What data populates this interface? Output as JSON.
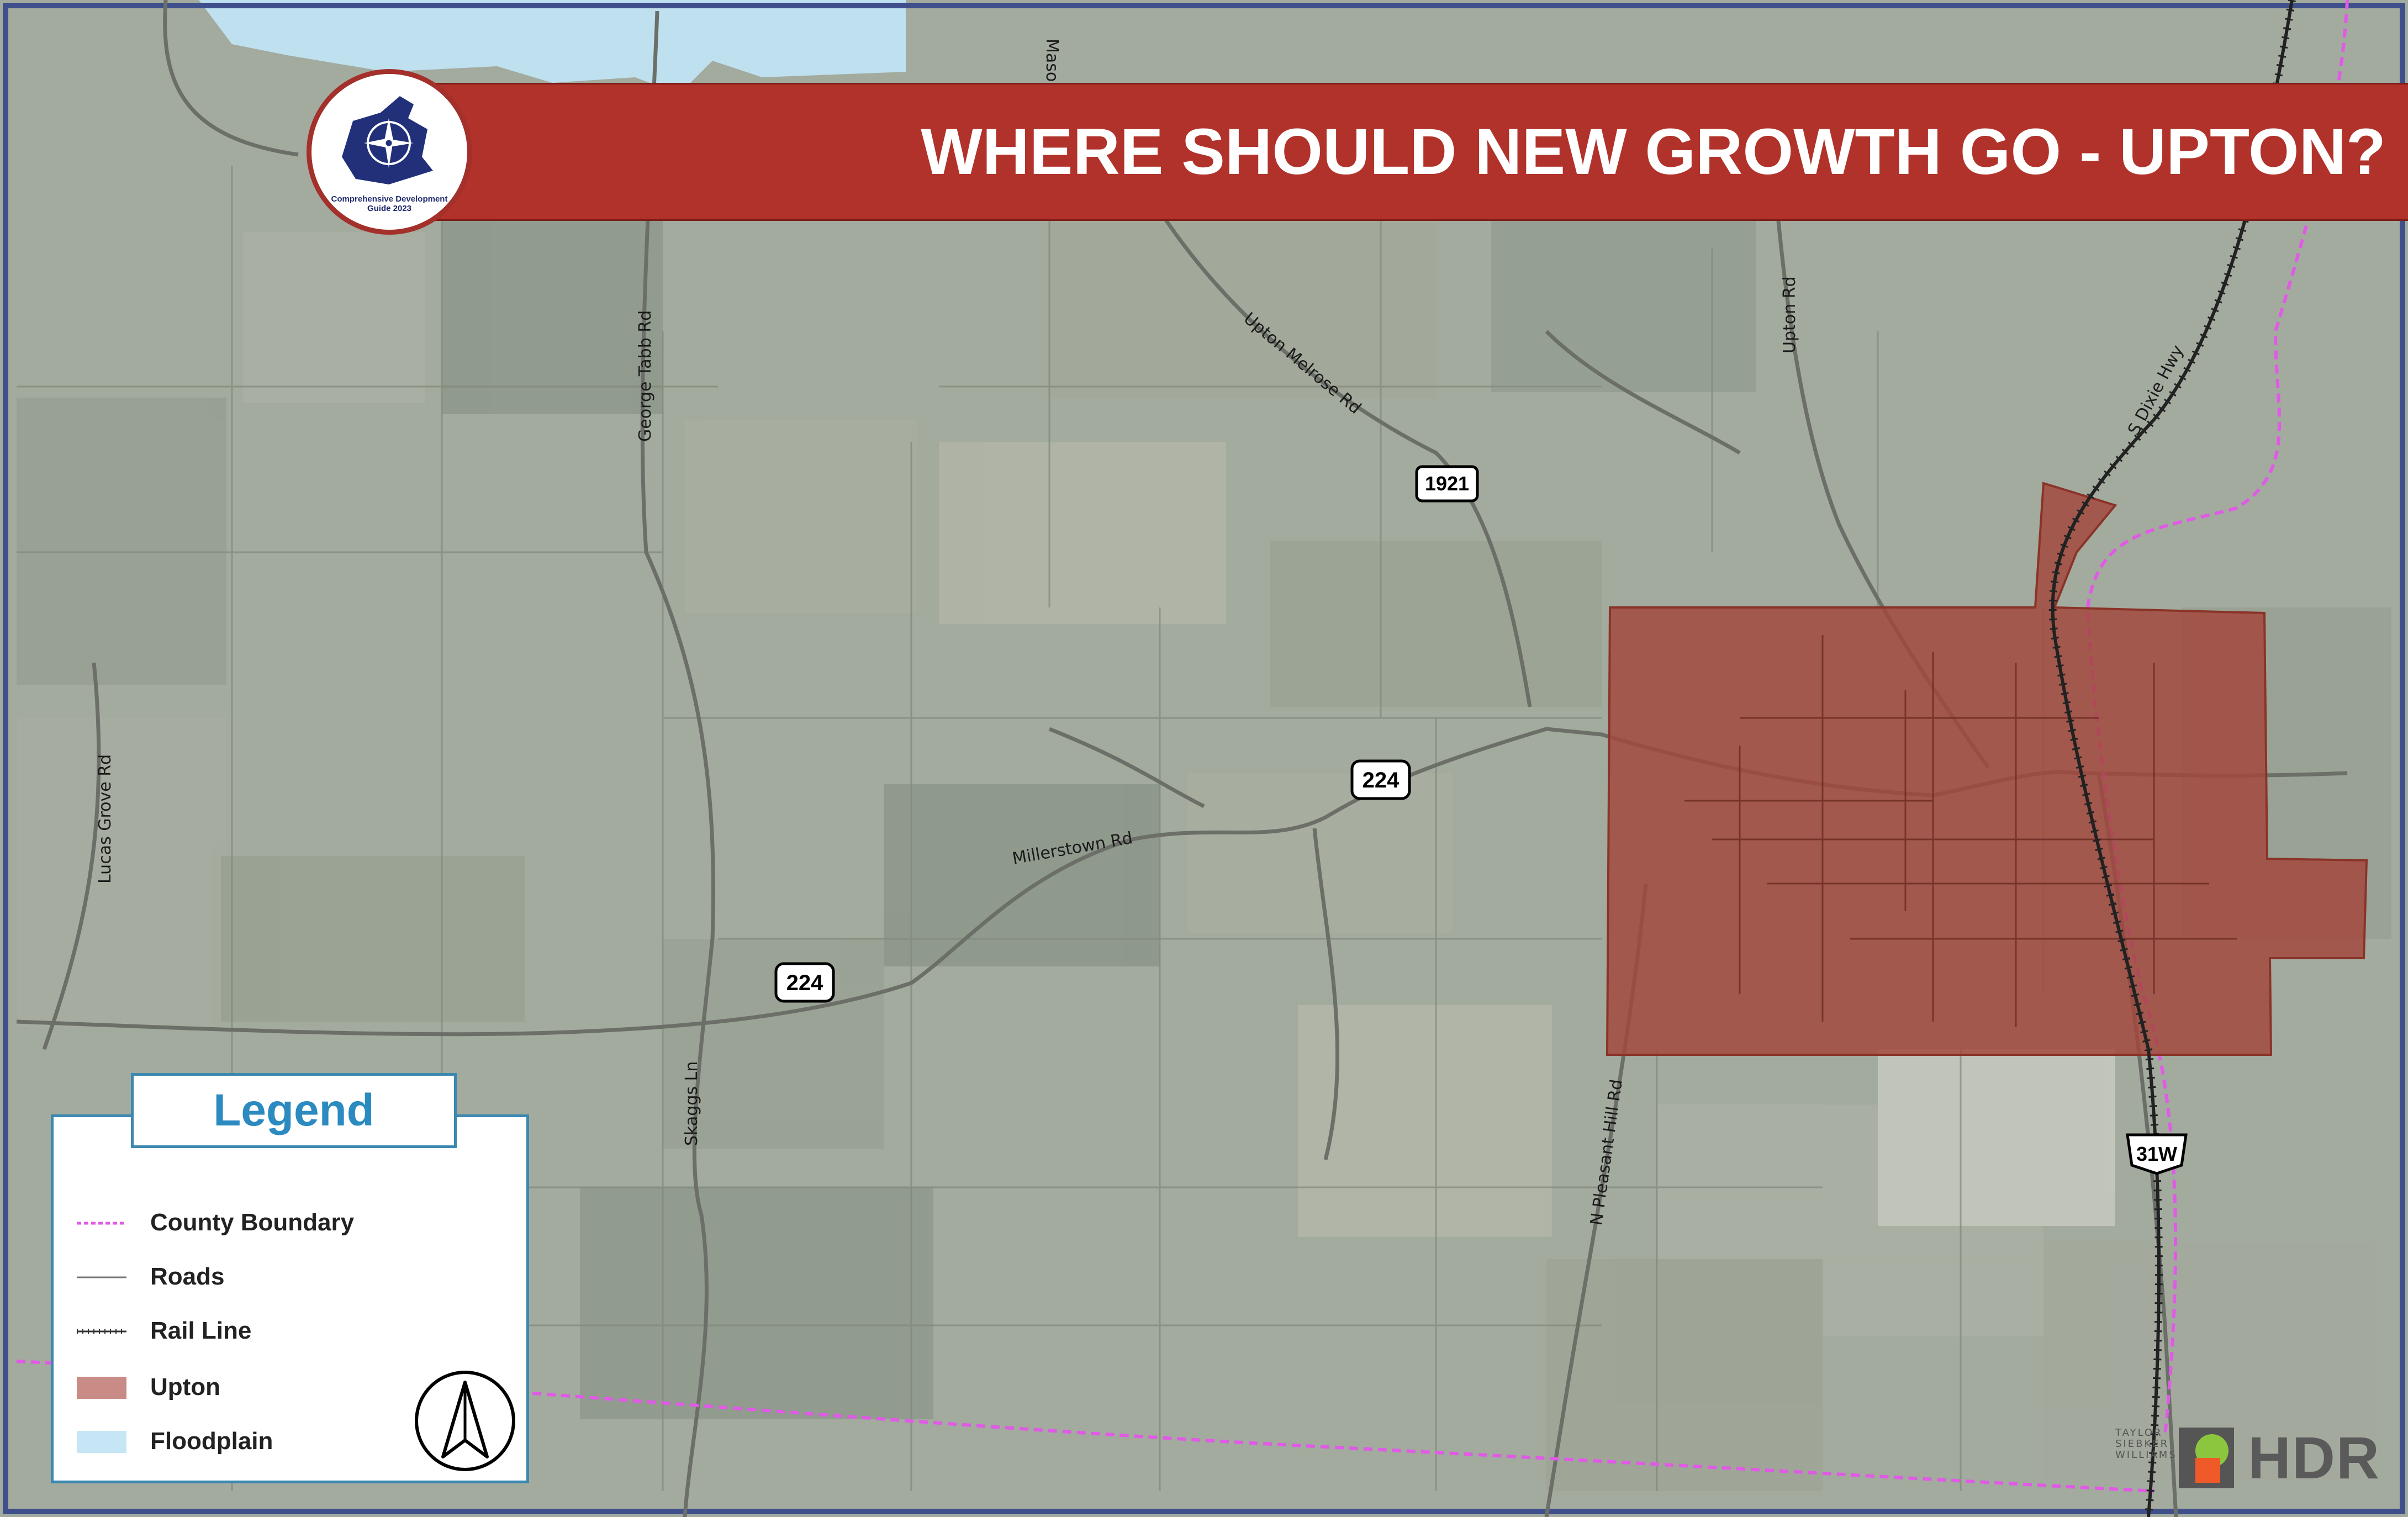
{
  "title": "WHERE SHOULD NEW GROWTH GO - UPTON?",
  "logo": {
    "caption_line1": "Comprehensive Development",
    "caption_line2": "Guide 2023",
    "icon": "compass-rose-county-icon"
  },
  "road_labels": {
    "george_tabb": "George Tabb Rd",
    "lucas_grove": "Lucas Grove Rd",
    "upton_melrose": "Upton Melrose Rd",
    "upton": "Upton Rd",
    "s_dixie": "S Dixie Hwy",
    "millerstown": "Millerstown Rd",
    "skaggs": "Skaggs Ln",
    "n_pleasant_hill": "N Pleasant Hill Rd",
    "mason": "Maso"
  },
  "route_shields": {
    "r1921": "1921",
    "r224_a": "224",
    "r224_b": "224",
    "r31w": "31W"
  },
  "legend": {
    "title": "Legend",
    "items": [
      {
        "label": "County Boundary",
        "color": "#e05ae6"
      },
      {
        "label": "Roads",
        "color": "#666666"
      },
      {
        "label": "Rail Line",
        "color": "#333333"
      },
      {
        "label": "Upton",
        "color": "#c98b85"
      },
      {
        "label": "Floodplain",
        "color": "#c7e6f5"
      }
    ]
  },
  "credits": {
    "firm1_line1": "TAYLOR",
    "firm1_line2": "SIEBKER",
    "firm1_line3": "WILLIAMS",
    "firm2": "HDR"
  },
  "colors": {
    "banner": "#b1322a",
    "upton_area": "#a3463b",
    "county_boundary": "#e05ae6",
    "water": "#bfe0ef",
    "legend_border": "#3b88b0"
  }
}
